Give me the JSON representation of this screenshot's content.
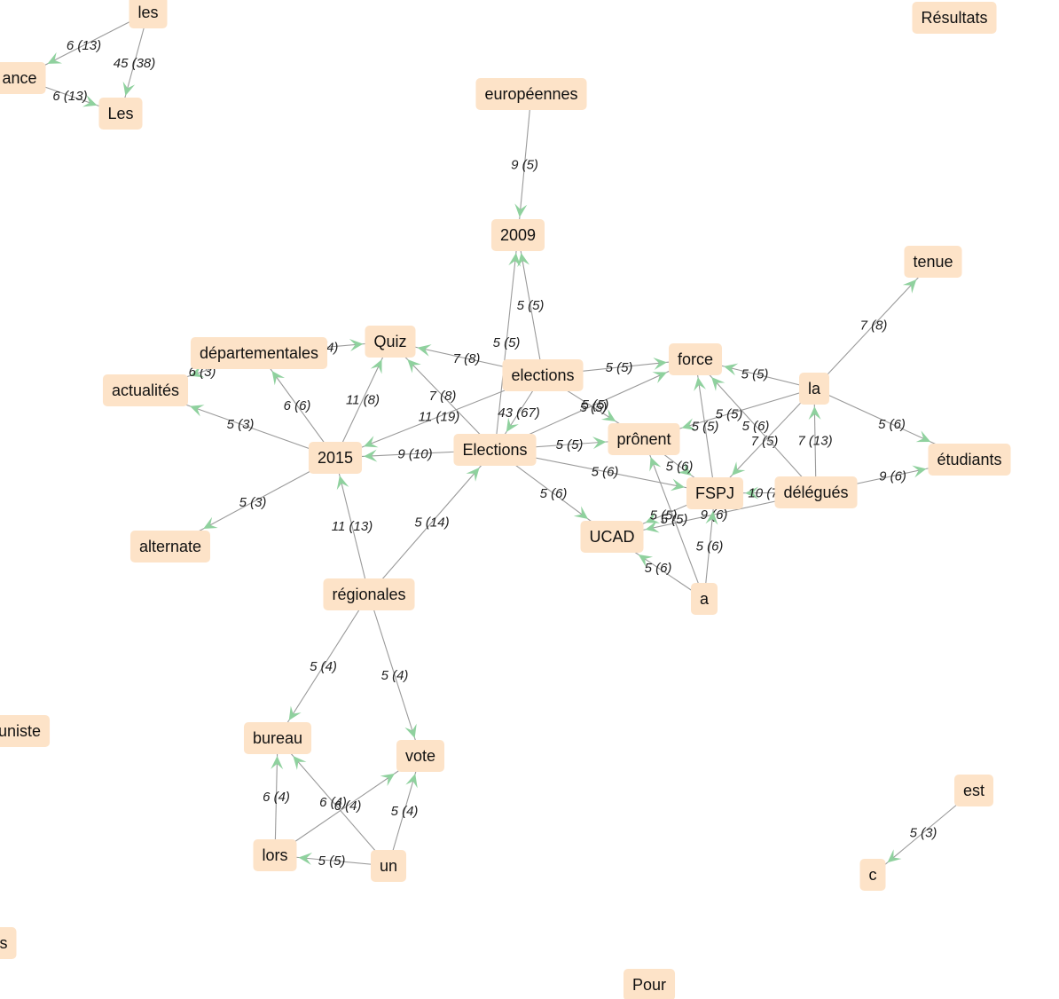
{
  "colors": {
    "node_fill": "#fde3c8",
    "edge": "#9a9a9a",
    "arrow": "#8fd19e",
    "text": "#111111"
  },
  "nodes": [
    {
      "id": "les",
      "label": "les"
    },
    {
      "id": "ance",
      "label": "ance"
    },
    {
      "id": "Les",
      "label": "Les"
    },
    {
      "id": "resultats",
      "label": "Résultats"
    },
    {
      "id": "europeennes",
      "label": "européennes"
    },
    {
      "id": "n2009",
      "label": "2009"
    },
    {
      "id": "tenue",
      "label": "tenue"
    },
    {
      "id": "quiz",
      "label": "Quiz"
    },
    {
      "id": "departementales",
      "label": "départementales"
    },
    {
      "id": "actualites",
      "label": "actualités"
    },
    {
      "id": "elections_l",
      "label": "elections"
    },
    {
      "id": "force",
      "label": "force"
    },
    {
      "id": "la",
      "label": "la"
    },
    {
      "id": "n2015",
      "label": "2015"
    },
    {
      "id": "Elections",
      "label": "Elections"
    },
    {
      "id": "pronent",
      "label": "prônent"
    },
    {
      "id": "etudiants",
      "label": "étudiants"
    },
    {
      "id": "fspj",
      "label": "FSPJ"
    },
    {
      "id": "delegues",
      "label": "délégués"
    },
    {
      "id": "ucad",
      "label": "UCAD"
    },
    {
      "id": "alternate",
      "label": "alternate"
    },
    {
      "id": "a",
      "label": "a"
    },
    {
      "id": "regionales",
      "label": "régionales"
    },
    {
      "id": "bureau",
      "label": "bureau"
    },
    {
      "id": "vote",
      "label": "vote"
    },
    {
      "id": "uniste",
      "label": "uniste"
    },
    {
      "id": "lors",
      "label": "lors"
    },
    {
      "id": "un",
      "label": "un"
    },
    {
      "id": "est",
      "label": "est"
    },
    {
      "id": "c",
      "label": "c"
    },
    {
      "id": "s",
      "label": "s"
    },
    {
      "id": "pour",
      "label": "Pour"
    }
  ],
  "edges": [
    {
      "from": "les",
      "to": "ance",
      "label": "6 (13)"
    },
    {
      "from": "les",
      "to": "Les",
      "label": "45 (38)"
    },
    {
      "from": "ance",
      "to": "Les",
      "label": "6 (13)"
    },
    {
      "from": "europeennes",
      "to": "n2009",
      "label": "9 (5)"
    },
    {
      "from": "elections_l",
      "to": "n2009",
      "label": "5 (5)"
    },
    {
      "from": "Elections",
      "to": "n2009",
      "label": "5 (5)"
    },
    {
      "from": "la",
      "to": "tenue",
      "label": "7 (8)"
    },
    {
      "from": "departementales",
      "to": "quiz",
      "label": "6 (4)"
    },
    {
      "from": "departementales",
      "to": "actualites",
      "label": "6 (3)"
    },
    {
      "from": "elections_l",
      "to": "quiz",
      "label": "7 (8)"
    },
    {
      "from": "Elections",
      "to": "quiz",
      "label": "7 (8)"
    },
    {
      "from": "n2015",
      "to": "quiz",
      "label": "11 (8)"
    },
    {
      "from": "n2015",
      "to": "departementales",
      "label": "6 (6)"
    },
    {
      "from": "n2015",
      "to": "actualites",
      "label": "5 (3)"
    },
    {
      "from": "elections_l",
      "to": "force",
      "label": "5 (5)"
    },
    {
      "from": "la",
      "to": "force",
      "label": "5 (5)"
    },
    {
      "from": "elections_l",
      "to": "n2015",
      "label": "11 (19)"
    },
    {
      "from": "elections_l",
      "to": "Elections",
      "label": "43 (67)"
    },
    {
      "from": "elections_l",
      "to": "pronent",
      "label": "5 (5)"
    },
    {
      "from": "Elections",
      "to": "n2015",
      "label": "9 (10)"
    },
    {
      "from": "Elections",
      "to": "pronent",
      "label": "5 (5)"
    },
    {
      "from": "Elections",
      "to": "force",
      "label": "5 (5)"
    },
    {
      "from": "Elections",
      "to": "fspj",
      "label": "5 (6)"
    },
    {
      "from": "Elections",
      "to": "ucad",
      "label": "5 (6)"
    },
    {
      "from": "la",
      "to": "etudiants",
      "label": "5 (6)"
    },
    {
      "from": "la",
      "to": "pronent",
      "label": "5 (5)"
    },
    {
      "from": "la",
      "to": "fspj",
      "label": "7 (5)"
    },
    {
      "from": "delegues",
      "to": "force",
      "label": "5 (6)"
    },
    {
      "from": "delegues",
      "to": "la",
      "label": "7 (13)"
    },
    {
      "from": "delegues",
      "to": "etudiants",
      "label": "9 (6)"
    },
    {
      "from": "delegues",
      "to": "fspj",
      "label": "10 (7)"
    },
    {
      "from": "delegues",
      "to": "ucad",
      "label": "9 (6)"
    },
    {
      "from": "fspj",
      "to": "force",
      "label": "5 (5)"
    },
    {
      "from": "fspj",
      "to": "ucad",
      "label": "5 (5)"
    },
    {
      "from": "pronent",
      "to": "fspj",
      "label": "5 (6)"
    },
    {
      "from": "a",
      "to": "ucad",
      "label": "5 (6)"
    },
    {
      "from": "a",
      "to": "fspj",
      "label": "5 (6)"
    },
    {
      "from": "a",
      "to": "pronent",
      "label": "5 (5)"
    },
    {
      "from": "n2015",
      "to": "alternate",
      "label": "5 (3)"
    },
    {
      "from": "regionales",
      "to": "n2015",
      "label": "11 (13)"
    },
    {
      "from": "regionales",
      "to": "Elections",
      "label": "5 (14)"
    },
    {
      "from": "regionales",
      "to": "bureau",
      "label": "5 (4)"
    },
    {
      "from": "regionales",
      "to": "vote",
      "label": "5 (4)"
    },
    {
      "from": "lors",
      "to": "bureau",
      "label": "6 (4)"
    },
    {
      "from": "un",
      "to": "bureau",
      "label": "6 (4)"
    },
    {
      "from": "lors",
      "to": "vote",
      "label": "6 (4)"
    },
    {
      "from": "un",
      "to": "vote",
      "label": "5 (4)"
    },
    {
      "from": "un",
      "to": "lors",
      "label": "5 (5)"
    },
    {
      "from": "est",
      "to": "c",
      "label": "5 (3)"
    }
  ]
}
